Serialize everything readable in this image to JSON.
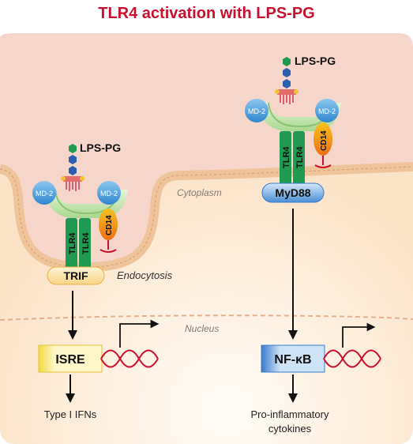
{
  "title": "TLR4 activation with LPS-PG",
  "colors": {
    "title": "#c8102e",
    "membrane": "#f2c9a0",
    "extracellular": "#f7ddd2",
    "cytoplasm": "#fbe6d0",
    "receptor_green": "#1f9a50",
    "md2_blue": "#3f97d8",
    "cd14_orange": "#f29b16",
    "adaptor_blue": "#4a8fd4",
    "isre_yellow": "#f7e77a",
    "dna_red": "#c8102e"
  },
  "left_complex": {
    "ligand": "LPS-PG",
    "md2_left": "MD-2",
    "md2_right": "MD-2",
    "tlr4_a": "TLR4",
    "tlr4_b": "TLR4",
    "cd14": "CD14",
    "adaptor": "TRIF",
    "process": "Endocytosis"
  },
  "right_complex": {
    "ligand": "LPS-PG",
    "md2_left": "MD-2",
    "md2_right": "MD-2",
    "tlr4_a": "TLR4",
    "tlr4_b": "TLR4",
    "cd14": "CD14",
    "adaptor": "MyD88"
  },
  "compartments": {
    "cytoplasm": "Cytoplasm",
    "nucleus": "Nucleus"
  },
  "left_pathway": {
    "transcription_factor": "ISRE",
    "output": "Type I IFNs"
  },
  "right_pathway": {
    "transcription_factor": "NF-κB",
    "output_line1": "Pro-inflammatory",
    "output_line2": "cytokines"
  }
}
